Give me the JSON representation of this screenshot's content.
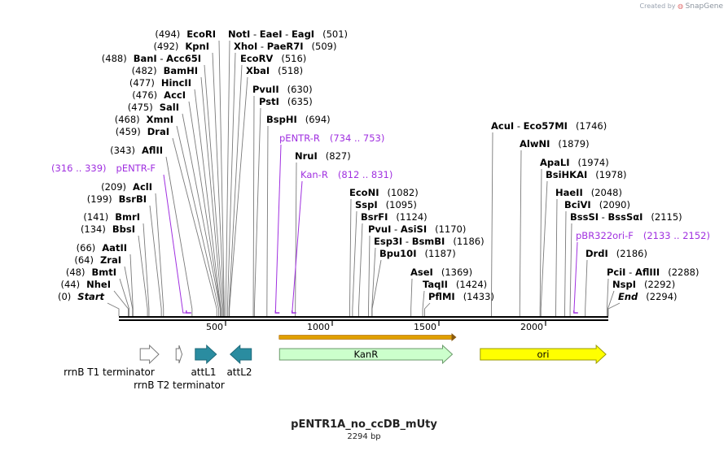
{
  "watermark": {
    "created_by": "Created by",
    "brand": "SnapGene"
  },
  "plasmid": {
    "name": "pENTR1A_no_ccDB_mUty",
    "length_label": "2294 bp",
    "length": 2294
  },
  "colors": {
    "primer": "#a030e0",
    "backbone": "#000000",
    "kanr_fill": "#ccffcc",
    "ori_fill": "#ffff00",
    "att_fill": "#2a8ca0",
    "terminator_fill": "#ffffff",
    "orf_bar": "#e0a000",
    "label": "#000000"
  },
  "ruler": [
    {
      "pos": 500,
      "label": "500"
    },
    {
      "pos": 1000,
      "label": "1000"
    },
    {
      "pos": 1500,
      "label": "1500"
    },
    {
      "pos": 2000,
      "label": "2000"
    }
  ],
  "sites": [
    {
      "pos": 0,
      "parts": [
        {
          "t": "(0)",
          "k": "pos"
        },
        {
          "t": "Start",
          "k": "it"
        }
      ]
    },
    {
      "pos": 44,
      "parts": [
        {
          "t": "(44)",
          "k": "pos"
        },
        {
          "t": "NheI",
          "k": "enz"
        }
      ]
    },
    {
      "pos": 48,
      "parts": [
        {
          "t": "(48)",
          "k": "pos"
        },
        {
          "t": "BmtI",
          "k": "enz"
        }
      ]
    },
    {
      "pos": 64,
      "parts": [
        {
          "t": "(64)",
          "k": "pos"
        },
        {
          "t": "ZraI",
          "k": "enz"
        }
      ]
    },
    {
      "pos": 66,
      "parts": [
        {
          "t": "(66)",
          "k": "pos"
        },
        {
          "t": "AatII",
          "k": "enz"
        }
      ]
    },
    {
      "pos": 134,
      "parts": [
        {
          "t": "(134)",
          "k": "pos"
        },
        {
          "t": "BbsI",
          "k": "enz"
        }
      ]
    },
    {
      "pos": 141,
      "parts": [
        {
          "t": "(141)",
          "k": "pos"
        },
        {
          "t": "BmrI",
          "k": "enz"
        }
      ]
    },
    {
      "pos": 199,
      "parts": [
        {
          "t": "(199)",
          "k": "pos"
        },
        {
          "t": "BsrBI",
          "k": "enz"
        }
      ]
    },
    {
      "pos": 209,
      "parts": [
        {
          "t": "(209)",
          "k": "pos"
        },
        {
          "t": "AclI",
          "k": "enz"
        }
      ]
    },
    {
      "pos": 343,
      "parts": [
        {
          "t": "(343)",
          "k": "pos"
        },
        {
          "t": "AflII",
          "k": "enz"
        }
      ]
    },
    {
      "pos": 459,
      "parts": [
        {
          "t": "(459)",
          "k": "pos"
        },
        {
          "t": "DraI",
          "k": "enz"
        }
      ]
    },
    {
      "pos": 468,
      "parts": [
        {
          "t": "(468)",
          "k": "pos"
        },
        {
          "t": "XmnI",
          "k": "enz"
        }
      ]
    },
    {
      "pos": 475,
      "parts": [
        {
          "t": "(475)",
          "k": "pos"
        },
        {
          "t": "SalI",
          "k": "enz"
        }
      ]
    },
    {
      "pos": 476,
      "parts": [
        {
          "t": "(476)",
          "k": "pos"
        },
        {
          "t": "AccI",
          "k": "enz"
        }
      ]
    },
    {
      "pos": 477,
      "parts": [
        {
          "t": "(477)",
          "k": "pos"
        },
        {
          "t": "HincII",
          "k": "enz"
        }
      ]
    },
    {
      "pos": 482,
      "parts": [
        {
          "t": "(482)",
          "k": "pos"
        },
        {
          "t": "BamHI",
          "k": "enz"
        }
      ]
    },
    {
      "pos": 488,
      "parts": [
        {
          "t": "(488)",
          "k": "pos"
        },
        {
          "t": "BanI",
          "k": "enz"
        },
        {
          "t": " - ",
          "k": "sep"
        },
        {
          "t": "Acc65I",
          "k": "enz"
        }
      ]
    },
    {
      "pos": 492,
      "parts": [
        {
          "t": "(492)",
          "k": "pos"
        },
        {
          "t": "KpnI",
          "k": "enz"
        }
      ]
    },
    {
      "pos": 494,
      "parts": [
        {
          "t": "(494)",
          "k": "pos"
        },
        {
          "t": "EcoRI",
          "k": "enz"
        }
      ]
    },
    {
      "pos": 501,
      "parts": [
        {
          "t": "NotI",
          "k": "enz"
        },
        {
          "t": " - ",
          "k": "sep"
        },
        {
          "t": "EaeI",
          "k": "enz"
        },
        {
          "t": " - ",
          "k": "sep"
        },
        {
          "t": "EagI",
          "k": "enz"
        },
        {
          "t": "(501)",
          "k": "pos"
        }
      ]
    },
    {
      "pos": 509,
      "parts": [
        {
          "t": "XhoI",
          "k": "enz"
        },
        {
          "t": " - ",
          "k": "sep"
        },
        {
          "t": "PaeR7I",
          "k": "enz"
        },
        {
          "t": "(509)",
          "k": "pos"
        }
      ]
    },
    {
      "pos": 516,
      "parts": [
        {
          "t": "EcoRV",
          "k": "enz"
        },
        {
          "t": "(516)",
          "k": "pos"
        }
      ]
    },
    {
      "pos": 518,
      "parts": [
        {
          "t": "XbaI",
          "k": "enz"
        },
        {
          "t": "(518)",
          "k": "pos"
        }
      ]
    },
    {
      "pos": 630,
      "parts": [
        {
          "t": "PvuII",
          "k": "enz"
        },
        {
          "t": "(630)",
          "k": "pos"
        }
      ]
    },
    {
      "pos": 635,
      "parts": [
        {
          "t": "PstI",
          "k": "enz"
        },
        {
          "t": "(635)",
          "k": "pos"
        }
      ]
    },
    {
      "pos": 694,
      "parts": [
        {
          "t": "BspHI",
          "k": "enz"
        },
        {
          "t": "(694)",
          "k": "pos"
        }
      ]
    },
    {
      "pos": 827,
      "parts": [
        {
          "t": "NruI",
          "k": "enz"
        },
        {
          "t": "(827)",
          "k": "pos"
        }
      ]
    },
    {
      "pos": 1082,
      "parts": [
        {
          "t": "EcoNI",
          "k": "enz"
        },
        {
          "t": "(1082)",
          "k": "pos"
        }
      ]
    },
    {
      "pos": 1095,
      "parts": [
        {
          "t": "SspI",
          "k": "enz"
        },
        {
          "t": "(1095)",
          "k": "pos"
        }
      ]
    },
    {
      "pos": 1124,
      "parts": [
        {
          "t": "BsrFI",
          "k": "enz"
        },
        {
          "t": "(1124)",
          "k": "pos"
        }
      ]
    },
    {
      "pos": 1170,
      "parts": [
        {
          "t": "PvuI",
          "k": "enz"
        },
        {
          "t": " - ",
          "k": "sep"
        },
        {
          "t": "AsiSI",
          "k": "enz"
        },
        {
          "t": "(1170)",
          "k": "pos"
        }
      ]
    },
    {
      "pos": 1186,
      "parts": [
        {
          "t": "Esp3I",
          "k": "enz"
        },
        {
          "t": " - ",
          "k": "sep"
        },
        {
          "t": "BsmBI",
          "k": "enz"
        },
        {
          "t": "(1186)",
          "k": "pos"
        }
      ]
    },
    {
      "pos": 1187,
      "parts": [
        {
          "t": "Bpu10I",
          "k": "enz"
        },
        {
          "t": "(1187)",
          "k": "pos"
        }
      ]
    },
    {
      "pos": 1369,
      "parts": [
        {
          "t": "AseI",
          "k": "enz"
        },
        {
          "t": "(1369)",
          "k": "pos"
        }
      ]
    },
    {
      "pos": 1424,
      "parts": [
        {
          "t": "TaqII",
          "k": "enz"
        },
        {
          "t": "(1424)",
          "k": "pos"
        }
      ]
    },
    {
      "pos": 1433,
      "parts": [
        {
          "t": "PflMI",
          "k": "enz"
        },
        {
          "t": "(1433)",
          "k": "pos"
        }
      ]
    },
    {
      "pos": 1746,
      "parts": [
        {
          "t": "AcuI",
          "k": "enz"
        },
        {
          "t": " - ",
          "k": "sep"
        },
        {
          "t": "Eco57MI",
          "k": "enz"
        },
        {
          "t": "(1746)",
          "k": "pos"
        }
      ]
    },
    {
      "pos": 1879,
      "parts": [
        {
          "t": "AlwNI",
          "k": "enz"
        },
        {
          "t": "(1879)",
          "k": "pos"
        }
      ]
    },
    {
      "pos": 1974,
      "parts": [
        {
          "t": "ApaLI",
          "k": "enz"
        },
        {
          "t": "(1974)",
          "k": "pos"
        }
      ]
    },
    {
      "pos": 1978,
      "parts": [
        {
          "t": "BsiHKAI",
          "k": "enz"
        },
        {
          "t": "(1978)",
          "k": "pos"
        }
      ]
    },
    {
      "pos": 2048,
      "parts": [
        {
          "t": "HaeII",
          "k": "enz"
        },
        {
          "t": "(2048)",
          "k": "pos"
        }
      ]
    },
    {
      "pos": 2090,
      "parts": [
        {
          "t": "BciVI",
          "k": "enz"
        },
        {
          "t": "(2090)",
          "k": "pos"
        }
      ]
    },
    {
      "pos": 2115,
      "parts": [
        {
          "t": "BssSI",
          "k": "enz"
        },
        {
          "t": " - ",
          "k": "sep"
        },
        {
          "t": "BssSαI",
          "k": "enz"
        },
        {
          "t": "(2115)",
          "k": "pos"
        }
      ]
    },
    {
      "pos": 2186,
      "parts": [
        {
          "t": "DrdI",
          "k": "enz"
        },
        {
          "t": "(2186)",
          "k": "pos"
        }
      ]
    },
    {
      "pos": 2288,
      "parts": [
        {
          "t": "PciI",
          "k": "enz"
        },
        {
          "t": " - ",
          "k": "sep"
        },
        {
          "t": "AflIII",
          "k": "enz"
        },
        {
          "t": "(2288)",
          "k": "pos"
        }
      ]
    },
    {
      "pos": 2292,
      "parts": [
        {
          "t": "NspI",
          "k": "enz"
        },
        {
          "t": "(2292)",
          "k": "pos"
        }
      ]
    },
    {
      "pos": 2294,
      "parts": [
        {
          "t": "End",
          "k": "it"
        },
        {
          "t": "(2294)",
          "k": "pos"
        }
      ]
    }
  ],
  "primers": [
    {
      "name": "pENTR-F",
      "range": "(316 .. 339)",
      "start": 316,
      "end": 339
    },
    {
      "name": "pENTR-R",
      "range": "(734 .. 753)",
      "start": 734,
      "end": 753
    },
    {
      "name": "Kan-R",
      "range": "(812 .. 831)",
      "start": 812,
      "end": 831
    },
    {
      "name": "pBR322ori-F",
      "range": "(2133 .. 2152)",
      "start": 2133,
      "end": 2152
    }
  ],
  "features": [
    {
      "name": "rrnB T1 terminator",
      "start": 100,
      "end": 187,
      "kind": "terminator",
      "label_pos": "below"
    },
    {
      "name": "rrnB T2 terminator",
      "start": 268,
      "end": 296,
      "kind": "terminator",
      "label_pos": "below"
    },
    {
      "name": "attL1",
      "start": 358,
      "end": 457,
      "kind": "att-forward",
      "label_pos": "below"
    },
    {
      "name": "attL2",
      "start": 522,
      "end": 621,
      "kind": "att-reverse",
      "label_pos": "below"
    },
    {
      "name": "KanR",
      "start": 753,
      "end": 1563,
      "kind": "kanr",
      "label_pos": "inside"
    },
    {
      "name": "ori",
      "start": 1694,
      "end": 2283,
      "kind": "ori",
      "label_pos": "inside"
    }
  ],
  "orf_bar": {
    "start": 753,
    "end": 1563
  }
}
